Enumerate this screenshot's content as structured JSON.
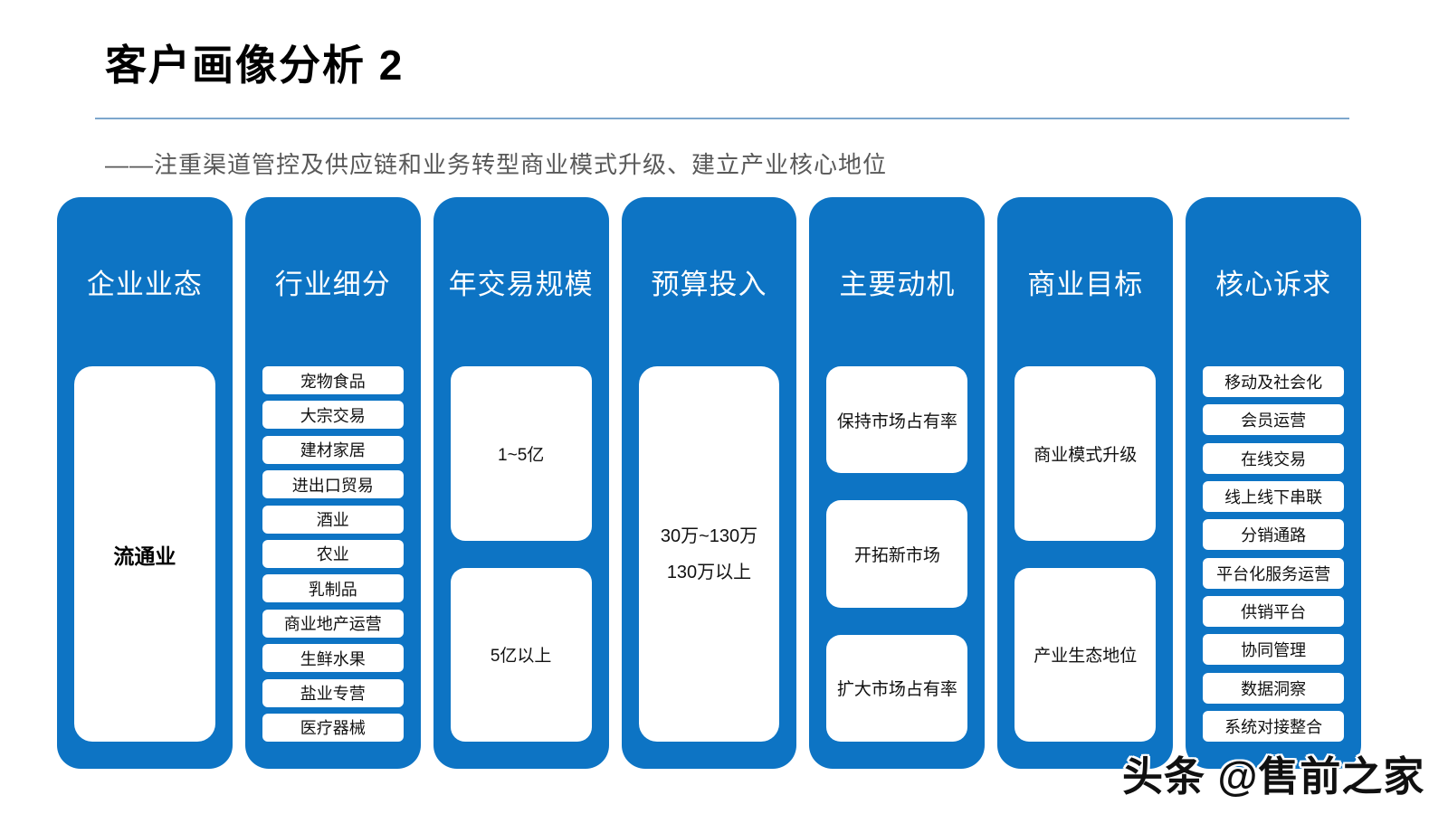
{
  "page": {
    "title": "客户画像分析 2",
    "subtitle": "——注重渠道管控及供应链和业务转型商业模式升级、建立产业核心地位",
    "watermark": "头条 @售前之家"
  },
  "colors": {
    "column_blue": "#0d74c4",
    "divider_blue": "#7da7cd",
    "subtitle_gray": "#595959"
  },
  "columns": [
    {
      "header": "企业业态",
      "type": "single",
      "bold": true,
      "items": [
        "流通业"
      ]
    },
    {
      "header": "行业细分",
      "type": "list",
      "items": [
        "宠物食品",
        "大宗交易",
        "建材家居",
        "进出口贸易",
        "酒业",
        "农业",
        "乳制品",
        "商业地产运营",
        "生鲜水果",
        "盐业专营",
        "医疗器械"
      ]
    },
    {
      "header": "年交易规模",
      "type": "boxes",
      "items": [
        "1~5亿",
        "5亿以上"
      ]
    },
    {
      "header": "预算投入",
      "type": "single-multiline",
      "items": [
        "30万~130万",
        "130万以上"
      ]
    },
    {
      "header": "主要动机",
      "type": "boxes",
      "items": [
        "保持市场占有率",
        "开拓新市场",
        "扩大市场占有率"
      ]
    },
    {
      "header": "商业目标",
      "type": "boxes",
      "items": [
        "商业模式升级",
        "产业生态地位"
      ]
    },
    {
      "header": "核心诉求",
      "type": "list",
      "items": [
        "移动及社会化",
        "会员运营",
        "在线交易",
        "线上线下串联",
        "分销通路",
        "平台化服务运营",
        "供销平台",
        "协同管理",
        "数据洞察",
        "系统对接整合"
      ]
    }
  ]
}
